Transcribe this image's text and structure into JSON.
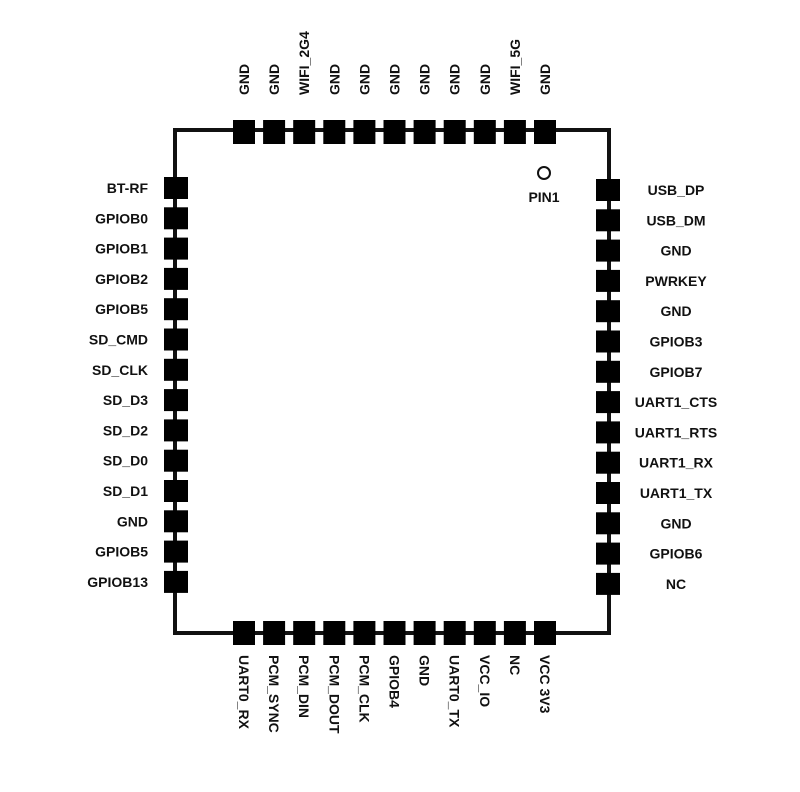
{
  "diagram": {
    "colors": {
      "outline": "#111111",
      "pad": "#000000",
      "marker": "#ffffff",
      "text": "#111111"
    },
    "pin1_marker": "PIN1",
    "top_pins": [
      "GND",
      "GND",
      "WIFI_2G4",
      "GND",
      "GND",
      "GND",
      "GND",
      "GND",
      "GND",
      "WIFI_5G",
      "GND"
    ],
    "left_pins": [
      "BT-RF",
      "GPIOB0",
      "GPIOB1",
      "GPIOB2",
      "GPIOB5",
      "SD_CMD",
      "SD_CLK",
      "SD_D3",
      "SD_D2",
      "SD_D0",
      "SD_D1",
      "GND",
      "GPIOB5",
      "GPIOB13"
    ],
    "right_pins": [
      "USB_DP",
      "USB_DM",
      "GND",
      "PWRKEY",
      "GND",
      "GPIOB3",
      "GPIOB7",
      "UART1_CTS",
      "UART1_RTS",
      "UART1_RX",
      "UART1_TX",
      "GND",
      "GPIOB6",
      "NC"
    ],
    "bottom_pins": [
      "UART0_RX",
      "PCM_SYNC",
      "PCM_DIN",
      "PCM_DOUT",
      "PCM_CLK",
      "GPIOB4",
      "GND",
      "UART0_TX",
      "VCC_IO",
      "NC",
      "VCC 3V3"
    ]
  }
}
